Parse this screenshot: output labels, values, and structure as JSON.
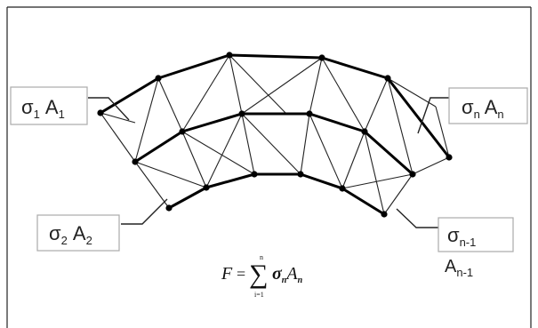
{
  "labels": {
    "label_1": {
      "sym": "σ",
      "sub": "1",
      "rest": " A",
      "sub2": "1"
    },
    "label_2": {
      "sym": "σ",
      "sub": "2",
      "rest": " A",
      "sub2": "2"
    },
    "label_n": {
      "sym": "σ",
      "sub": "n",
      "rest": " A",
      "sub2": "n"
    },
    "label_n1": {
      "sym": "σ",
      "sub": "n-1",
      "line2": "A",
      "sub2": "n-1"
    }
  },
  "formula": {
    "lhs": "F",
    "eq": "=",
    "sigma": "∑",
    "upper": "n",
    "lower": "i=1",
    "term1": "σ",
    "term1_sub": "n",
    "term2": "A",
    "term2_sub": "n"
  },
  "colors": {
    "line": "#222222",
    "box_border": "#aaaaaa",
    "node": "#000000"
  }
}
